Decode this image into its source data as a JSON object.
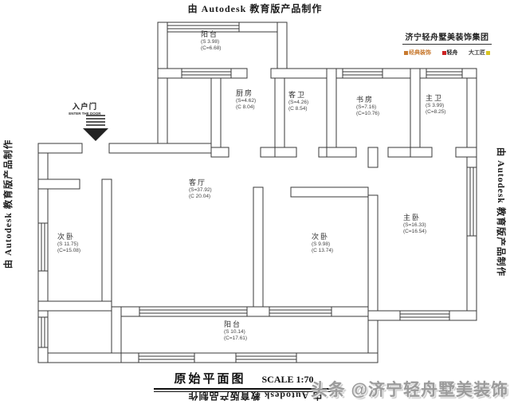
{
  "stamp": {
    "text": "由 Autodesk 教育版产品制作"
  },
  "brand": {
    "group_name": "济宁轻舟墅美装饰集团",
    "logos": [
      "经典装饰",
      "轻舟",
      "大工匠"
    ]
  },
  "entrance": {
    "label": "入户门",
    "sublabel": "ENTER THE DOOR"
  },
  "rooms": {
    "balcony_top": {
      "name": "阳台",
      "area": "(S 3.98)",
      "circ": "(C=6.68)"
    },
    "kitchen": {
      "name": "厨房",
      "area": "(S=4.62)",
      "circ": "(C 8.04)"
    },
    "guest_bath": {
      "name": "客卫",
      "area": "(S=4.26)",
      "circ": "(C 8.54)"
    },
    "study": {
      "name": "书房",
      "area": "(S=7.16)",
      "circ": "(C=10.76)"
    },
    "master_bath": {
      "name": "主卫",
      "area": "(S 3.99)",
      "circ": "(C=8.25)"
    },
    "living": {
      "name": "客厅",
      "area": "(S=37.92)",
      "circ": "(C 20.04)"
    },
    "bedroom_left": {
      "name": "次卧",
      "area": "(S 11.75)",
      "circ": "(C=15.08)"
    },
    "bedroom_mid": {
      "name": "次卧",
      "area": "(S 9.98)",
      "circ": "(C 13.74)"
    },
    "master_bedroom": {
      "name": "主卧",
      "area": "(S=16.33)",
      "circ": "(C=16.54)"
    },
    "balcony_bottom": {
      "name": "阳台",
      "area": "(S 10.14)",
      "circ": "(C=17.61)"
    }
  },
  "title_block": {
    "title": "原始平面图",
    "scale": "SCALE 1:70"
  },
  "watermark": {
    "text": "头条 @济宁轻舟墅美装饰"
  },
  "colors": {
    "wall": "#3a3a3a",
    "text": "#333333",
    "watermark": "#9b9b9b",
    "brand_orange": "#c87a30",
    "brand_red": "#cc2222",
    "brand_yellow": "#d8c422"
  }
}
